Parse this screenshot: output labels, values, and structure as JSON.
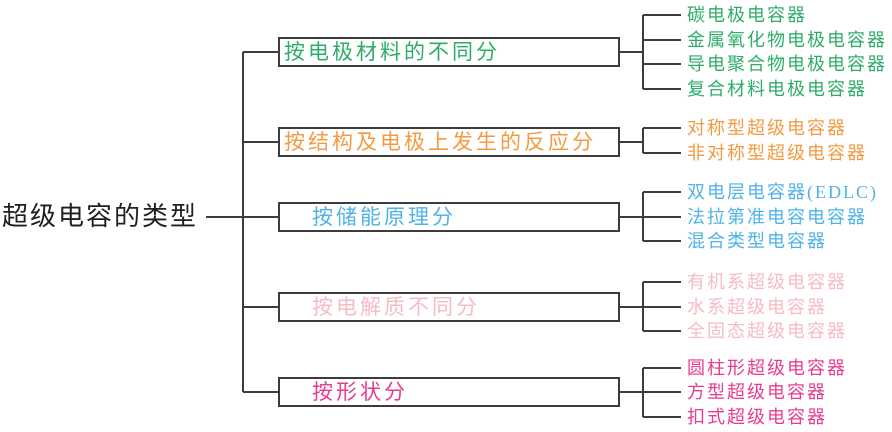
{
  "diagram": {
    "title": "超级电容的类型",
    "line_color": "#3c3c3c",
    "root": {
      "label": "超级电容的类型",
      "color": "#1f1f1f"
    },
    "branches": [
      {
        "label": "按电极材料的不同分",
        "color": "#2ead68",
        "leaves": [
          "碳电极电容器",
          "金属氧化物电极电容器",
          "导电聚合物电极电容器",
          "复合材料电极电容器"
        ]
      },
      {
        "label": "按结构及电极上发生的反应分",
        "color": "#f49a42",
        "leaves": [
          "对称型超级电容器",
          "非对称型超级电容器"
        ]
      },
      {
        "label": "按储能原理分",
        "color": "#4fb3e8",
        "leaves": [
          "双电层电容器(EDLC)",
          "法拉第准电容电容器",
          "混合类型电容器"
        ]
      },
      {
        "label": "按电解质不同分",
        "color": "#f5bcc1",
        "leaves": [
          "有机系超级电容器",
          "水系超级电容器",
          "全固态超级电容器"
        ]
      },
      {
        "label": "按形状分",
        "color": "#e83c8e",
        "leaves": [
          "圆柱形超级电容器",
          "方型超级电容器",
          "扣式超级电容器"
        ]
      }
    ]
  }
}
